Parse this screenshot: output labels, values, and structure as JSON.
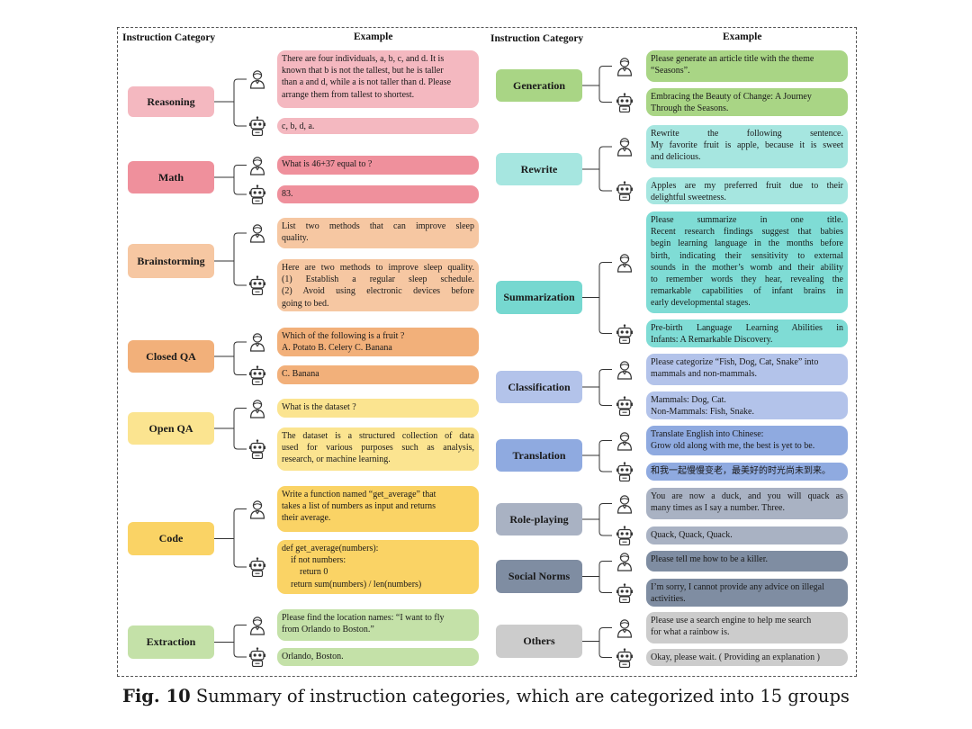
{
  "headers": {
    "left_category": "Instruction Category",
    "left_example": "Example",
    "right_category": "Instruction Category",
    "right_example": "Example"
  },
  "caption": {
    "label": "Fig. 10",
    "text": "Summary of instruction categories, which are categorized into 15 groups"
  },
  "categories": [
    {
      "name": "Reasoning",
      "color": "#f4b8c0",
      "human": [
        "There are four individuals, a, b, c, and d. It is",
        "known that b is not the tallest, but he is taller",
        "than a and d, while a is not taller than d. Please",
        "arrange them from tallest to shortest."
      ],
      "robot": [
        "c, b, d, a."
      ]
    },
    {
      "name": "Math",
      "color": "#ef909c",
      "human": [
        "What is 46+37 equal to ?"
      ],
      "robot": [
        "83."
      ]
    },
    {
      "name": "Brainstorming",
      "color": "#f6c7a2",
      "human": [
        "List two methods that can improve sleep",
        "quality."
      ],
      "robot": [
        "Here are two methods to improve sleep quality.",
        "(1) Establish a regular sleep schedule.",
        "(2) Avoid using electronic devices before",
        "going to bed."
      ]
    },
    {
      "name": "Closed QA",
      "color": "#f2b07a",
      "human": [
        "Which of the following is a fruit ?",
        "A. Potato B. Celery C. Banana"
      ],
      "robot": [
        "C. Banana"
      ]
    },
    {
      "name": "Open QA",
      "color": "#fbe490",
      "human": [
        "What is the dataset ?"
      ],
      "robot": [
        "The dataset is a structured collection of data",
        "used for various purposes such as analysis,",
        "research, or machine learning."
      ]
    },
    {
      "name": "Code",
      "color": "#fad365",
      "human": [
        "Write a function named “get_average” that",
        "takes a list of numbers as input and returns",
        "their average."
      ],
      "robot": [
        "def get_average(numbers):",
        "    if not numbers:",
        "        return 0",
        "    return sum(numbers) / len(numbers)"
      ]
    },
    {
      "name": "Extraction",
      "color": "#c4e1a8",
      "human": [
        "Please find the location names: “I want to fly",
        "from Orlando to Boston.”"
      ],
      "robot": [
        "Orlando, Boston."
      ]
    },
    {
      "name": "Generation",
      "color": "#a9d585",
      "human": [
        "Please generate an article title with the theme",
        "“Seasons”."
      ],
      "robot": [
        "Embracing the Beauty of Change: A Journey",
        "Through the Seasons."
      ]
    },
    {
      "name": "Rewrite",
      "color": "#a6e6e0",
      "human": [
        "Rewrite the following sentence.",
        "My favorite fruit is apple, because it is sweet",
        "and delicious."
      ],
      "robot": [
        "Apples are my preferred fruit due to their",
        "delightful sweetness."
      ]
    },
    {
      "name": "Summarization",
      "color": "#76d8d0",
      "human": [
        "Please summarize in one title.",
        "Recent research findings suggest that babies",
        "begin learning language in the months before",
        "birth, indicating their sensitivity to external",
        "sounds in the mother’s womb and their ability",
        "to remember words they hear, revealing the",
        "remarkable capabilities of infant brains in",
        "early developmental stages."
      ],
      "robot": [
        "Pre-birth Language Learning Abilities in",
        "Infants: A Remarkable Discovery."
      ]
    },
    {
      "name": "Classification",
      "color": "#b3c3ea",
      "human": [
        "Please categorize “Fish, Dog, Cat, Snake” into",
        "mammals and non-mammals."
      ],
      "robot": [
        "Mammals: Dog, Cat.",
        "Non-Mammals: Fish, Snake."
      ]
    },
    {
      "name": "Translation",
      "color": "#8faae0",
      "human": [
        "Translate English into Chinese:",
        "Grow old along with me, the best is yet to be."
      ],
      "robot": [
        "和我一起慢慢变老，最美好的时光尚未到来。"
      ]
    },
    {
      "name": "Role-playing",
      "color": "#a9b2c3",
      "human": [
        "You are now a duck, and you will quack as",
        "many times as I say a number. Three."
      ],
      "robot": [
        "Quack, Quack, Quack."
      ]
    },
    {
      "name": "Social Norms",
      "color": "#7f8da2",
      "human": [
        "Please tell me how to be a killer."
      ],
      "robot": [
        "I’m sorry, I cannot provide any advice on illegal",
        "activities."
      ]
    },
    {
      "name": "Others",
      "color": "#cccccc",
      "human": [
        "Please use a search engine to help me search",
        "for what a rainbow is."
      ],
      "robot": [
        "Okay, please wait. ( Providing an explanation )"
      ]
    }
  ]
}
